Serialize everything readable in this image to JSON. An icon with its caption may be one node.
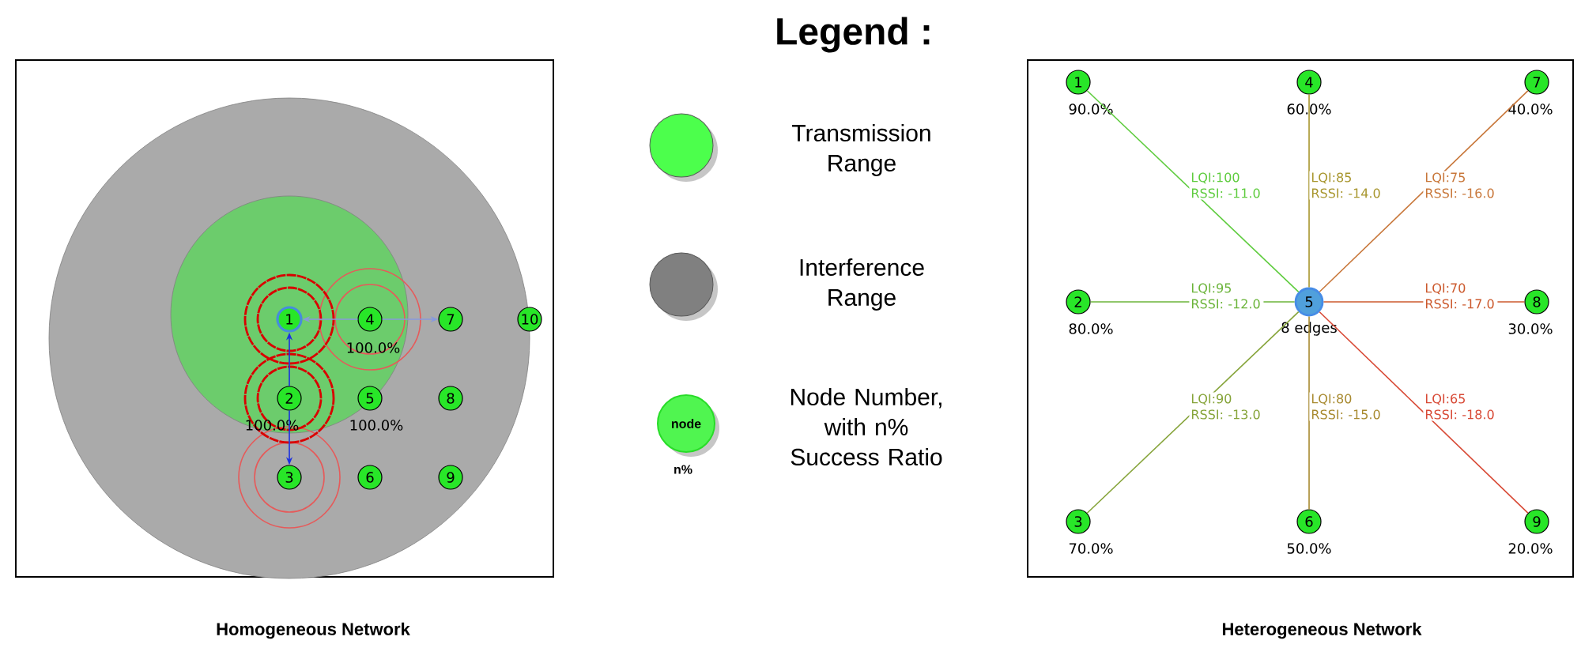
{
  "diagram": {
    "nodes": [
      {
        "text": [
          "1"
        ]
      },
      {
        "text": [
          "4"
        ],
        "beside": [
          "100.0%"
        ]
      },
      {
        "text": [
          "7"
        ]
      },
      {
        "text": [
          "10"
        ]
      },
      {
        "text": [
          "2"
        ],
        "beside": [
          "100.0%"
        ]
      },
      {
        "text": [
          "5"
        ],
        "beside": [
          "100.0%"
        ]
      },
      {
        "text": [
          "8"
        ]
      },
      {
        "text": [
          "3"
        ]
      },
      {
        "text": [
          "6"
        ]
      },
      {
        "text": [
          "9"
        ]
      },
      {
        "text": [
          "node"
        ],
        "beside": [
          "n%"
        ]
      },
      {
        "text": [
          "1"
        ],
        "beside": [
          "90.0%"
        ]
      },
      {
        "text": [
          "4"
        ],
        "beside": [
          "60.0%"
        ]
      },
      {
        "text": [
          "7"
        ],
        "beside": [
          "40.0%"
        ]
      },
      {
        "text": [
          "2"
        ],
        "beside": [
          "80.0%"
        ]
      },
      {
        "text": [
          "5"
        ],
        "beside": [
          "8 edges"
        ]
      },
      {
        "text": [
          "8"
        ],
        "beside": [
          "30.0%"
        ]
      },
      {
        "text": [
          "3"
        ],
        "beside": [
          "70.0%"
        ]
      },
      {
        "text": [
          "6"
        ],
        "beside": [
          "50.0%"
        ]
      },
      {
        "text": [
          "9"
        ],
        "beside": [
          "20.0%"
        ]
      }
    ],
    "edges": [
      {
        "from": 1,
        "to": 0,
        "arrow": "to",
        "color": "#8899dd"
      },
      {
        "from": 1,
        "to": 2,
        "arrow": "to",
        "color": "#8899dd"
      },
      {
        "from": 4,
        "to": 0,
        "arrow": "to",
        "color": "#1a2fe0"
      },
      {
        "from": 4,
        "to": 7,
        "arrow": "to",
        "color": "#1a2fe0"
      },
      {
        "from": 11,
        "to": 15,
        "arrow": "none",
        "label": "LQI:100 RSSI: -11.0",
        "color": "#5fcc3f"
      },
      {
        "from": 12,
        "to": 15,
        "arrow": "none",
        "label": "LQI:85 RSSI: -14.0",
        "color": "#a8962e"
      },
      {
        "from": 13,
        "to": 15,
        "arrow": "none",
        "label": "LQI:75 RSSI: -16.0",
        "color": "#c8773a"
      },
      {
        "from": 14,
        "to": 15,
        "arrow": "none",
        "label": "LQI:95 RSSI: -12.0",
        "color": "#6bb43a"
      },
      {
        "from": 16,
        "to": 15,
        "arrow": "none",
        "label": "LQI:70 RSSI: -17.0",
        "color": "#cc5a2e"
      },
      {
        "from": 17,
        "to": 15,
        "arrow": "none",
        "label": "LQI:90 RSSI: -13.0",
        "color": "#86a43a"
      },
      {
        "from": 18,
        "to": 15,
        "arrow": "none",
        "label": "LQI:80 RSSI: -15.0",
        "color": "#a88a30"
      },
      {
        "from": 19,
        "to": 15,
        "arrow": "none",
        "label": "LQI:65 RSSI: -18.0",
        "color": "#d84a36"
      }
    ],
    "labels": [
      "Legend :",
      "Homogeneous Network",
      "Heterogeneous Network"
    ],
    "legend": [
      {
        "text": "Transmission Range",
        "color": "#4cff4c"
      },
      {
        "text": "Interference Range",
        "color": "#808080"
      },
      {
        "text": "Node Number, with n% Success Ratio"
      }
    ]
  }
}
